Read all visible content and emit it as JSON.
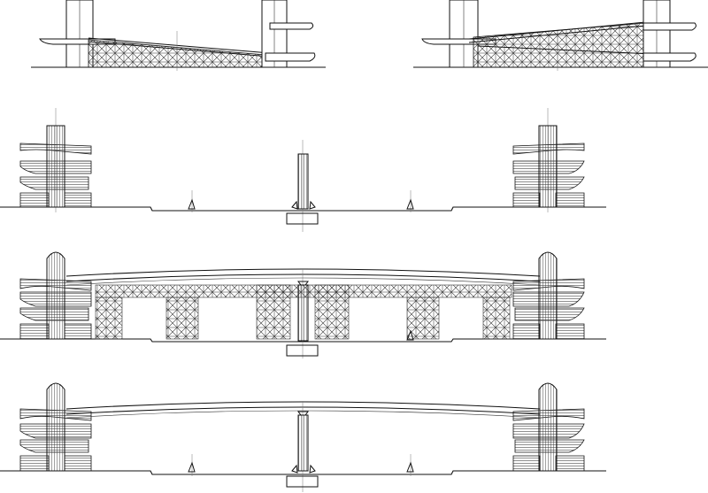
{
  "drawing": {
    "description_visible_text": "",
    "colors": {
      "line": "#111111",
      "background": "#ffffff",
      "hatch": "#444444"
    },
    "sheet": {
      "views": [
        {
          "id": "detail-elevation-left"
        },
        {
          "id": "detail-elevation-right"
        },
        {
          "id": "elevation-towers-only"
        },
        {
          "id": "elevation-with-falsework"
        },
        {
          "id": "elevation-completed-deck"
        }
      ]
    }
  }
}
